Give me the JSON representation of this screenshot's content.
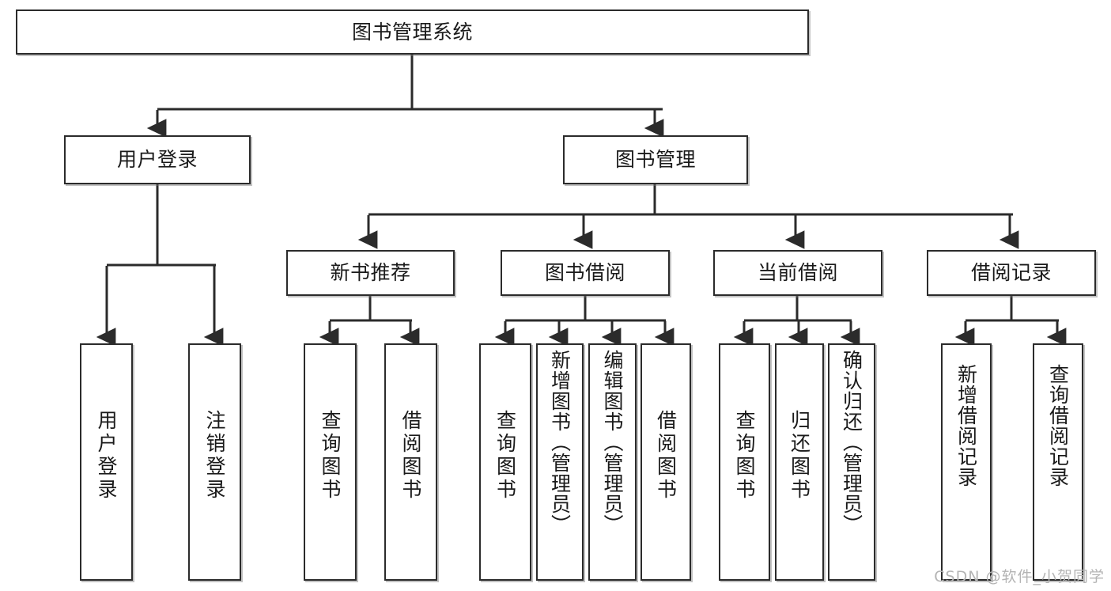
{
  "diagram": {
    "type": "tree",
    "title": "图书管理系统",
    "watermark": "CSDN @软件_小贺同学",
    "colors": {
      "node_border": "#2b2b2b",
      "node_fill": "#ffffff",
      "edge": "#2b2b2b",
      "watermark": "#b4b4b4",
      "background": "#ffffff"
    },
    "nodes": {
      "root": {
        "label": "图书管理系统"
      },
      "level2": [
        {
          "id": "user-login",
          "label": "用户登录"
        },
        {
          "id": "book-manage",
          "label": "图书管理"
        }
      ],
      "level3": [
        {
          "id": "new-book-rec",
          "label": "新书推荐"
        },
        {
          "id": "book-borrow",
          "label": "图书借阅"
        },
        {
          "id": "current-borrow",
          "label": "当前借阅"
        },
        {
          "id": "borrow-record",
          "label": "借阅记录"
        }
      ],
      "leaves": {
        "user_login": [
          {
            "id": "leaf-user-login",
            "label": "用户登录"
          },
          {
            "id": "leaf-logout-login",
            "label": "注销登录"
          }
        ],
        "new_book_rec": [
          {
            "id": "leaf-query-book-1",
            "label": "查询图书"
          },
          {
            "id": "leaf-borrow-book-1",
            "label": "借阅图书"
          }
        ],
        "book_borrow": [
          {
            "id": "leaf-query-book-2",
            "label": "查询图书"
          },
          {
            "id": "leaf-add-book",
            "label": "新增图书（管理员）"
          },
          {
            "id": "leaf-edit-book",
            "label": "编辑图书（管理员）"
          },
          {
            "id": "leaf-borrow-book-2",
            "label": "借阅图书"
          }
        ],
        "current_borrow": [
          {
            "id": "leaf-query-book-3",
            "label": "查询图书"
          },
          {
            "id": "leaf-return-book",
            "label": "归还图书"
          },
          {
            "id": "leaf-confirm-return",
            "label": "确认归还（管理员）"
          }
        ],
        "borrow_record": [
          {
            "id": "leaf-add-record",
            "label": "新增借阅记录"
          },
          {
            "id": "leaf-query-record",
            "label": "查询借阅记录"
          }
        ]
      }
    }
  }
}
